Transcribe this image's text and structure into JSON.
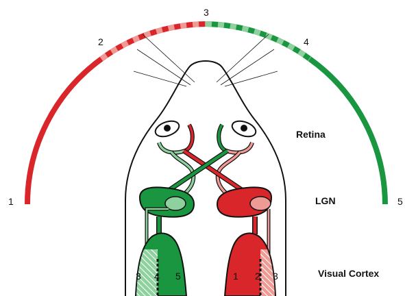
{
  "diagram": {
    "field_positions": [
      "1",
      "2",
      "3",
      "4",
      "5"
    ],
    "cortex_left_numbers": [
      "3",
      "4",
      "5"
    ],
    "cortex_right_numbers": [
      "1",
      "2",
      "3"
    ],
    "labels": {
      "retina": "Retina",
      "lgn": "LGN",
      "visual_cortex": "Visual Cortex"
    }
  },
  "colors": {
    "left_field": "#d9262a",
    "left_field_light": "#ef9a95",
    "right_field": "#1a9640",
    "right_field_light": "#8fd19e",
    "outline": "#111111"
  }
}
